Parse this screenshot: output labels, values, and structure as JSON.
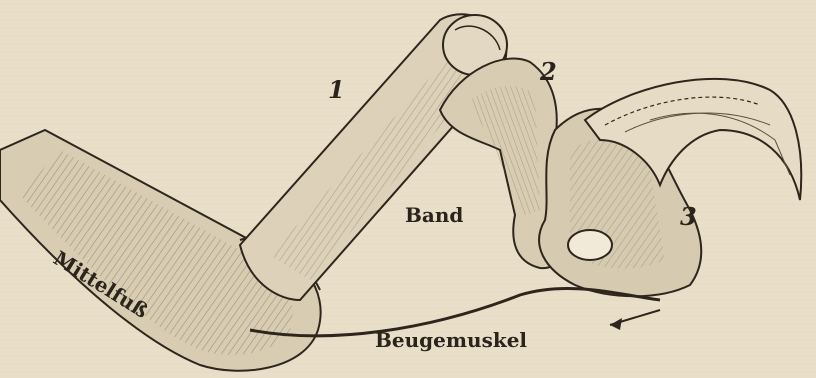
{
  "figure": {
    "labels": {
      "bone1": "1",
      "bone2": "2",
      "bone3": "3",
      "band": "Band",
      "mittelfuss": "Mittelfuß",
      "beugemuskel": "Beugemuskel"
    }
  }
}
